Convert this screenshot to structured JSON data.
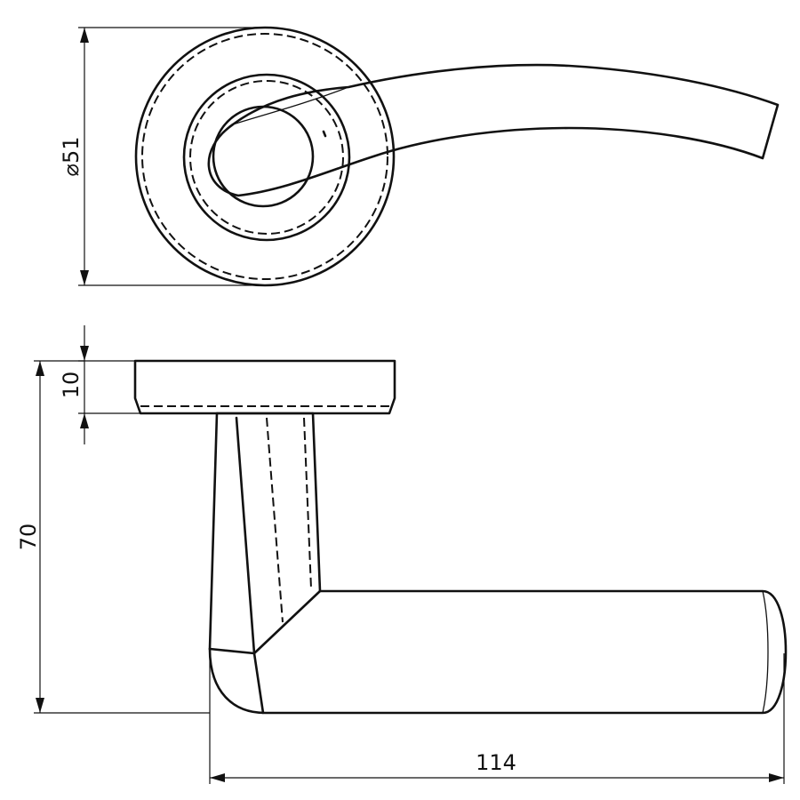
{
  "drawing": {
    "colors": {
      "line": "#111111",
      "background": "#ffffff"
    },
    "dimensions": {
      "rose_diameter": "⌀51",
      "rose_thickness": "10",
      "total_height": "70",
      "lever_length": "114"
    }
  }
}
